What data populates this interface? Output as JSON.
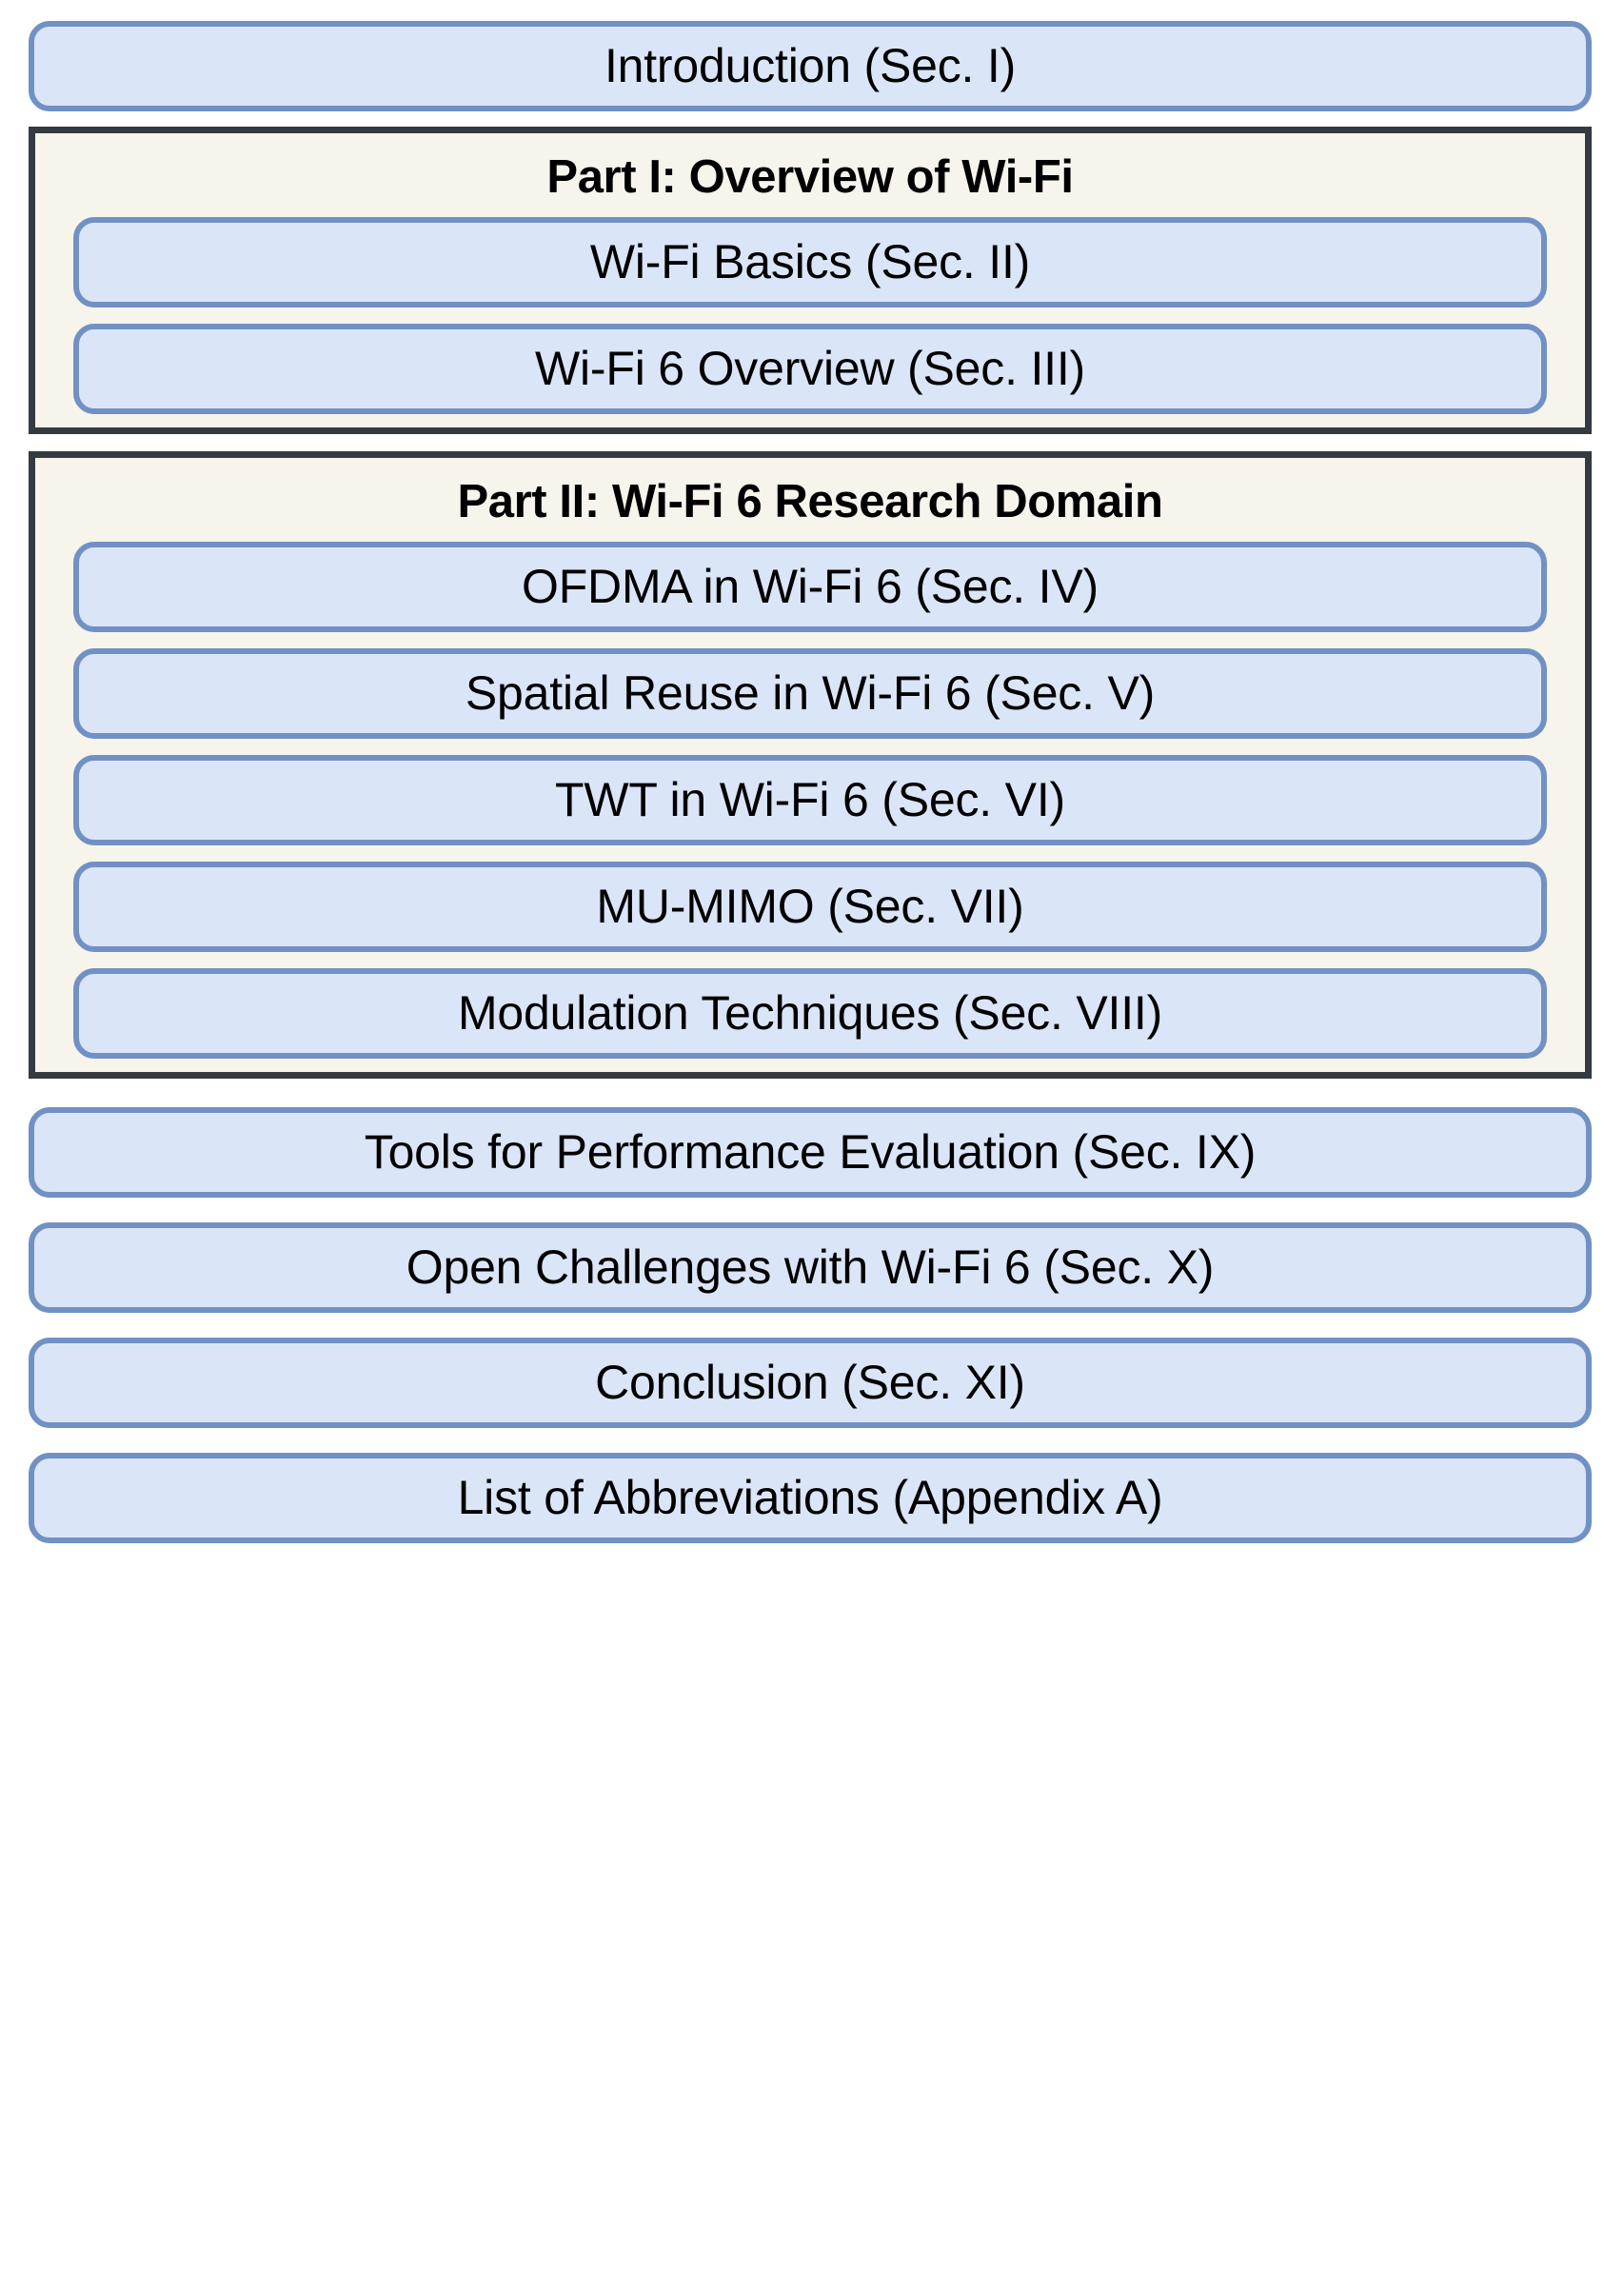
{
  "figure": {
    "kind": "paper-organization-flowchart",
    "colors": {
      "node_fill": "#dbe5f8",
      "node_border": "#7191c4",
      "group_fill": "#f7f4ec",
      "group_border": "#343a40",
      "text": "#000000",
      "page_background": "#ffffff"
    }
  },
  "nodes": {
    "introduction": "Introduction (Sec. I)",
    "tools": "Tools for Performance Evaluation (Sec. IX)",
    "open_challenges": "Open Challenges with Wi-Fi 6 (Sec. X)",
    "conclusion": "Conclusion (Sec. XI)",
    "abbreviations": "List of Abbreviations (Appendix A)"
  },
  "parts": [
    {
      "title": "Part I: Overview of Wi-Fi",
      "children": [
        "Wi-Fi Basics (Sec. II)",
        "Wi-Fi 6 Overview (Sec. III)"
      ]
    },
    {
      "title": "Part II: Wi-Fi 6 Research Domain",
      "children": [
        "OFDMA in Wi-Fi 6 (Sec. IV)",
        "Spatial Reuse in Wi-Fi 6 (Sec. V)",
        "TWT in Wi-Fi 6 (Sec. VI)",
        "MU-MIMO (Sec. VII)",
        "Modulation Techniques (Sec. VIII)"
      ]
    }
  ]
}
